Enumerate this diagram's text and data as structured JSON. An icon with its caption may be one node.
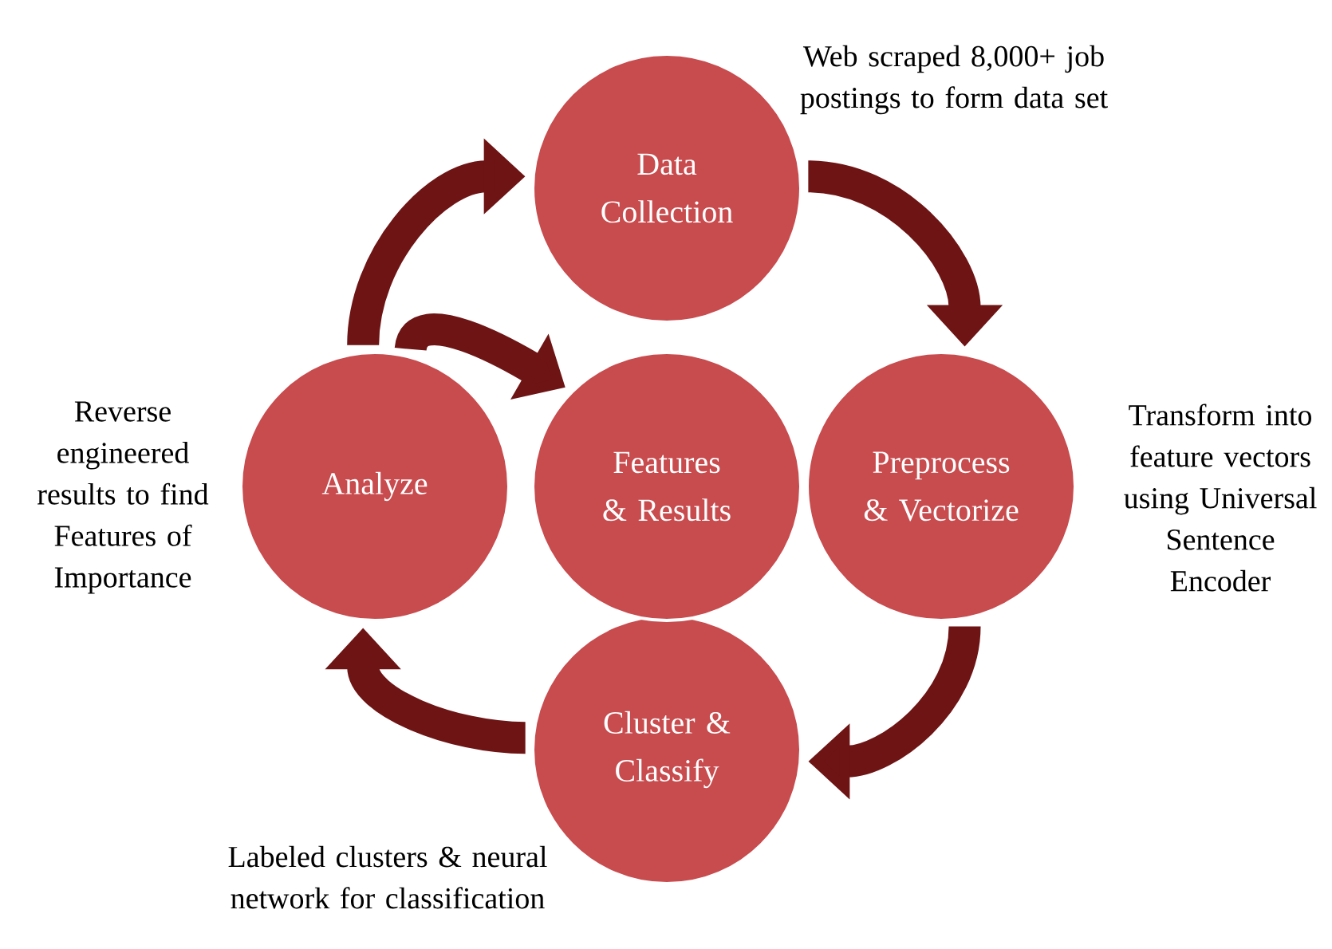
{
  "diagram": {
    "nodes": [
      {
        "text": [
          "Data Collection"
        ],
        "beside": [
          "Web scraped 8,000+ job postings to form data set"
        ]
      },
      {
        "text": [
          "Preprocess & Vectorize"
        ],
        "beside": [
          "Transform into feature vectors using Universal Sentence Encoder"
        ]
      },
      {
        "text": [
          "Cluster & Classify"
        ],
        "beside": [
          "Labeled clusters & neural network for classification"
        ]
      },
      {
        "text": [
          "Analyze"
        ],
        "beside": [
          "Reverse engineered results to find Features of Importance"
        ]
      },
      {
        "text": [
          "Features & Results"
        ]
      }
    ],
    "edges": [
      {
        "from": 0,
        "to": 1,
        "arrow": "to"
      },
      {
        "from": 1,
        "to": 2,
        "arrow": "to"
      },
      {
        "from": 2,
        "to": 3,
        "arrow": "to"
      },
      {
        "from": 3,
        "to": 0,
        "arrow": "to"
      },
      {
        "from": 3,
        "to": 4,
        "arrow": "to"
      }
    ]
  }
}
